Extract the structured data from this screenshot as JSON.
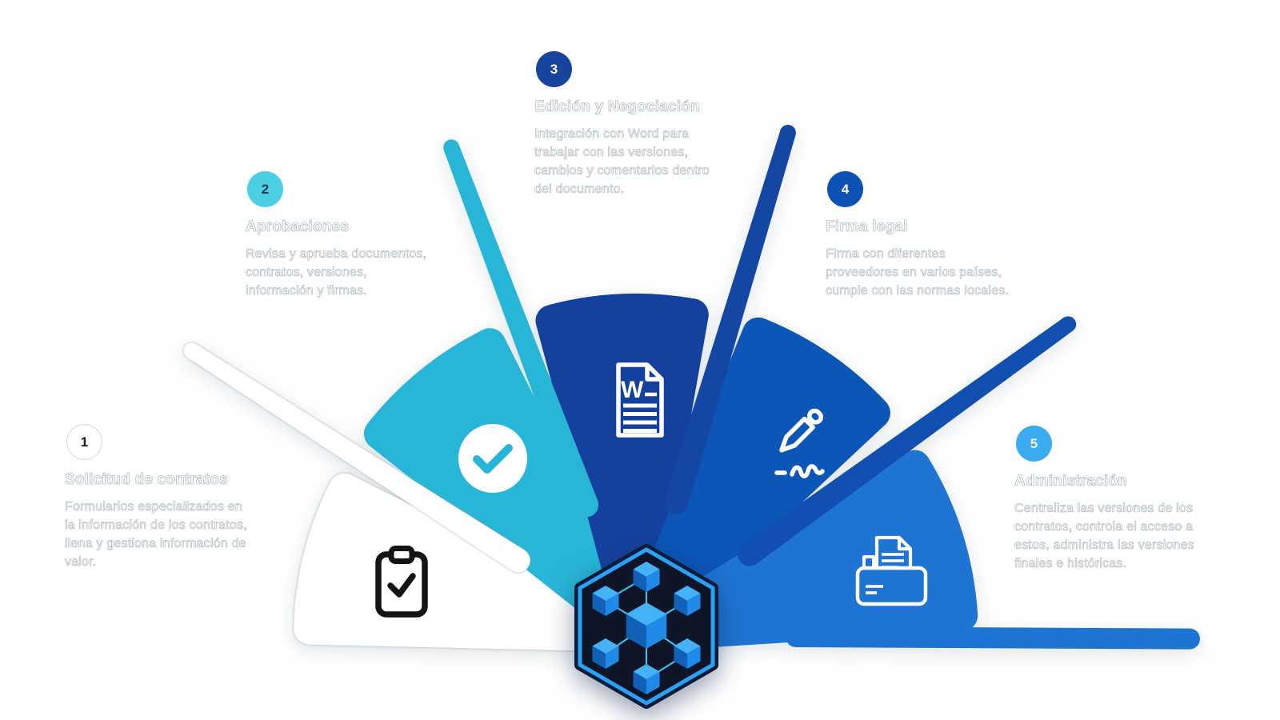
{
  "canvas": {
    "background": "#ffffff"
  },
  "steps": [
    {
      "number": "1",
      "title": "Solicitud de contratos",
      "description": "Formularios especializados en\nla información de los contratos,\nllena y gestiona información de\nvalor.",
      "badge_color": "#ffffff",
      "badge_number_color": "#1c1c1c",
      "badge_border": "#d2dade",
      "wedge_color": "#ffffff",
      "ray_color": "#ffffff",
      "icon": "clipboard-check-icon",
      "icon_fg": "#141414",
      "icon_bg": "#ffffff"
    },
    {
      "number": "2",
      "title": "Aprobaciones",
      "description": "Revisa y aprueba documentos,\ncontratos, versiones,\ninformación y firmas.",
      "badge_color": "#4bd0e3",
      "badge_number_color": "#093a4d",
      "badge_border": "",
      "wedge_color": "#28b6d8",
      "ray_color": "#28b6d8",
      "icon": "approval-check-icon",
      "icon_fg": "#28b6d8",
      "icon_bg": "#ffffff"
    },
    {
      "number": "3",
      "title": "Edición y Negociación",
      "description": "Integración con Word para\ntrabajar con las versiones,\ncambios y comentarios dentro\ndel documento.",
      "badge_color": "#16449f",
      "badge_number_color": "#ffffff",
      "badge_border": "",
      "wedge_color": "#15419e",
      "ray_color": "#1347a3",
      "icon": "word-document-icon",
      "icon_fg": "#ffffff",
      "icon_bg": "#15419e"
    },
    {
      "number": "4",
      "title": "Firma legal",
      "description": "Firma con diferentes\nproveedores en varios países,\ncumple con las normas locales.",
      "badge_color": "#0c52b4",
      "badge_number_color": "#ffffff",
      "badge_border": "",
      "wedge_color": "#0c56b8",
      "ray_color": "#1150b0",
      "icon": "pen-signature-icon",
      "icon_fg": "#ffffff",
      "icon_bg": "#0c56b8"
    },
    {
      "number": "5",
      "title": "Administración",
      "description": "Centraliza las versiones de los\ncontratos, controla el acceso a\nestos, administra las versiones\nfinales e históricas.",
      "badge_color": "#3babef",
      "badge_number_color": "#ffffff",
      "badge_border": "",
      "wedge_color": "#1e74d2",
      "ray_color": "#1e74d2",
      "icon": "document-archive-icon",
      "icon_fg": "#ffffff",
      "icon_bg": "#1e74d2"
    }
  ],
  "center_badge": {
    "icon": "blockchain-cubes-icon",
    "fill": "#0d1526",
    "border_color": "#2ba1f5",
    "outer_edge_color": "#0b1c38",
    "cube_top": "#45b1f6",
    "cube_left": "#1261b8",
    "cube_right": "#1f8ae8",
    "link_color": "#38c6f2"
  }
}
